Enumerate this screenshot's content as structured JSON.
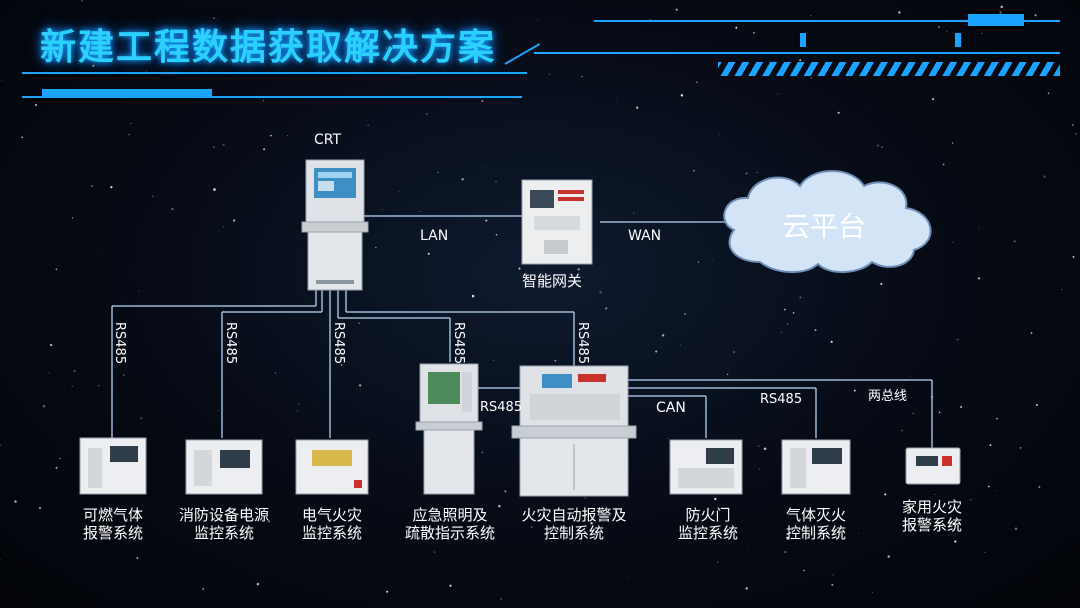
{
  "title": "新建工程数据获取解决方案",
  "nodes": {
    "crt": "CRT",
    "gateway": "智能网关",
    "cloud": "云平台"
  },
  "links": {
    "lan": "LAN",
    "wan": "WAN",
    "rs485": "RS485",
    "can": "CAN",
    "two_bus": "两总线"
  },
  "devices": [
    {
      "line1": "可燃气体",
      "line2": "报警系统"
    },
    {
      "line1": "消防设备电源",
      "line2": "监控系统"
    },
    {
      "line1": "电气火灾",
      "line2": "监控系统"
    },
    {
      "line1": "应急照明及",
      "line2": "疏散指示系统"
    },
    {
      "line1": "火灾自动报警及",
      "line2": "控制系统"
    },
    {
      "line1": "防火门",
      "line2": "监控系统"
    },
    {
      "line1": "气体灭火",
      "line2": "控制系统"
    },
    {
      "line1": "家用火灾",
      "line2": "报警系统"
    }
  ],
  "colors": {
    "title": "#2bd0ff",
    "accent": "#1aa3ff",
    "line": "#9fb8d6",
    "device_body": "#e6e9ec"
  }
}
